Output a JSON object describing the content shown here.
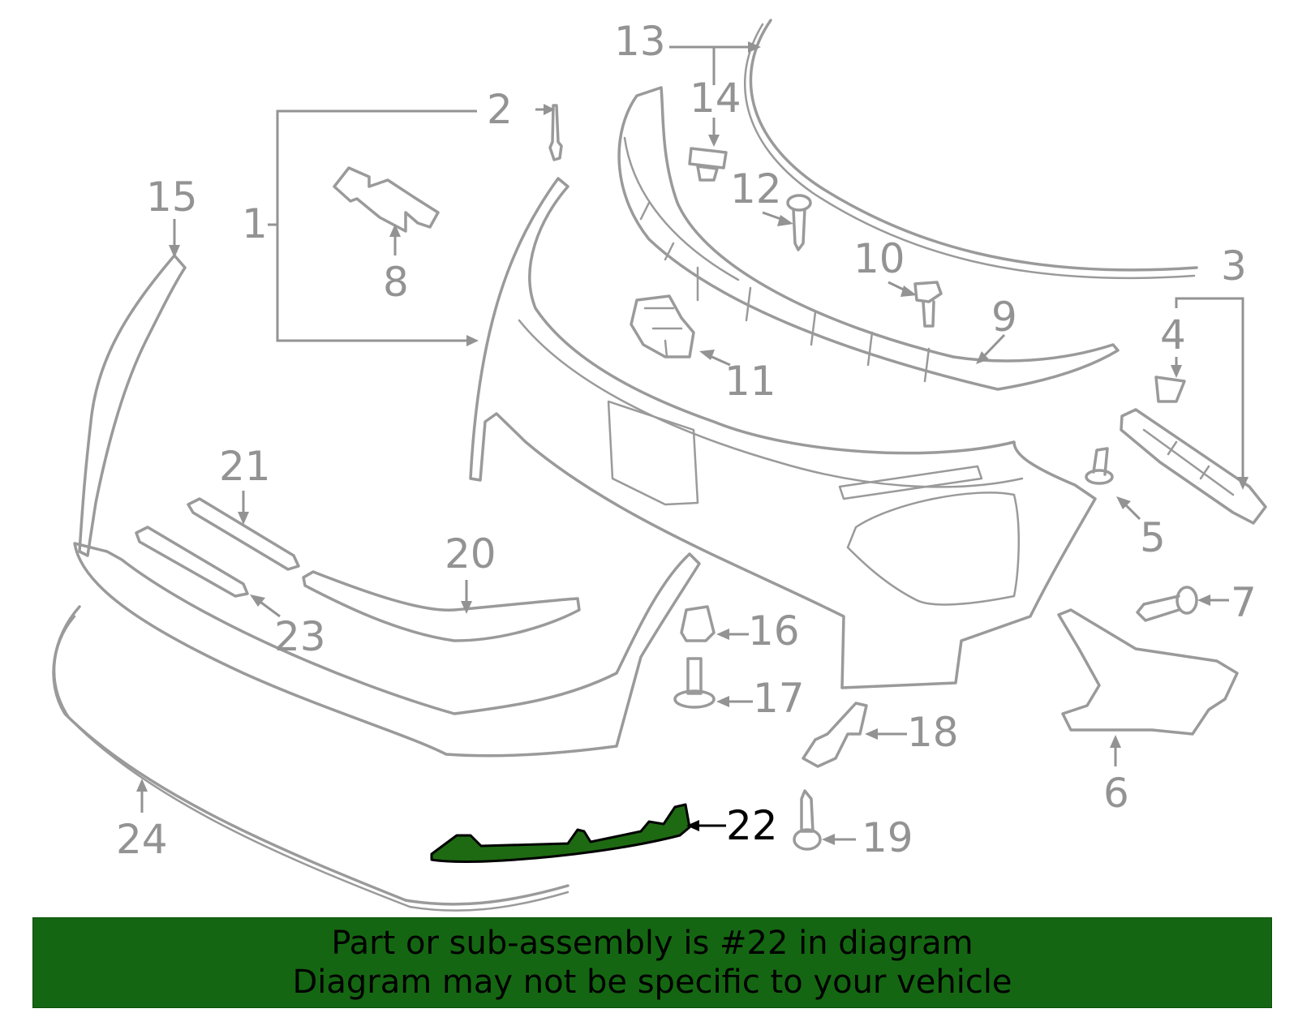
{
  "callouts": [
    {
      "id": "c1",
      "label": "1"
    },
    {
      "id": "c2",
      "label": "2"
    },
    {
      "id": "c3",
      "label": "3"
    },
    {
      "id": "c4",
      "label": "4"
    },
    {
      "id": "c5",
      "label": "5"
    },
    {
      "id": "c6",
      "label": "6"
    },
    {
      "id": "c7",
      "label": "7"
    },
    {
      "id": "c8",
      "label": "8"
    },
    {
      "id": "c9",
      "label": "9"
    },
    {
      "id": "c10",
      "label": "10"
    },
    {
      "id": "c11",
      "label": "11"
    },
    {
      "id": "c12",
      "label": "12"
    },
    {
      "id": "c13",
      "label": "13"
    },
    {
      "id": "c14",
      "label": "14"
    },
    {
      "id": "c15",
      "label": "15"
    },
    {
      "id": "c16",
      "label": "16"
    },
    {
      "id": "c17",
      "label": "17"
    },
    {
      "id": "c18",
      "label": "18"
    },
    {
      "id": "c19",
      "label": "19"
    },
    {
      "id": "c20",
      "label": "20"
    },
    {
      "id": "c21",
      "label": "21"
    },
    {
      "id": "c22",
      "label": "22",
      "highlighted": true
    },
    {
      "id": "c23",
      "label": "23"
    },
    {
      "id": "c24",
      "label": "24"
    }
  ],
  "colors": {
    "line_art": "#9a9a9a",
    "callout_text": "#939393",
    "highlight_fill": "#1e6a12",
    "banner_background": "#156612",
    "banner_text": "#000000"
  },
  "banner": {
    "line1": "Part or sub-assembly is #22 in diagram",
    "line2": "Diagram may not be specific to your vehicle"
  }
}
